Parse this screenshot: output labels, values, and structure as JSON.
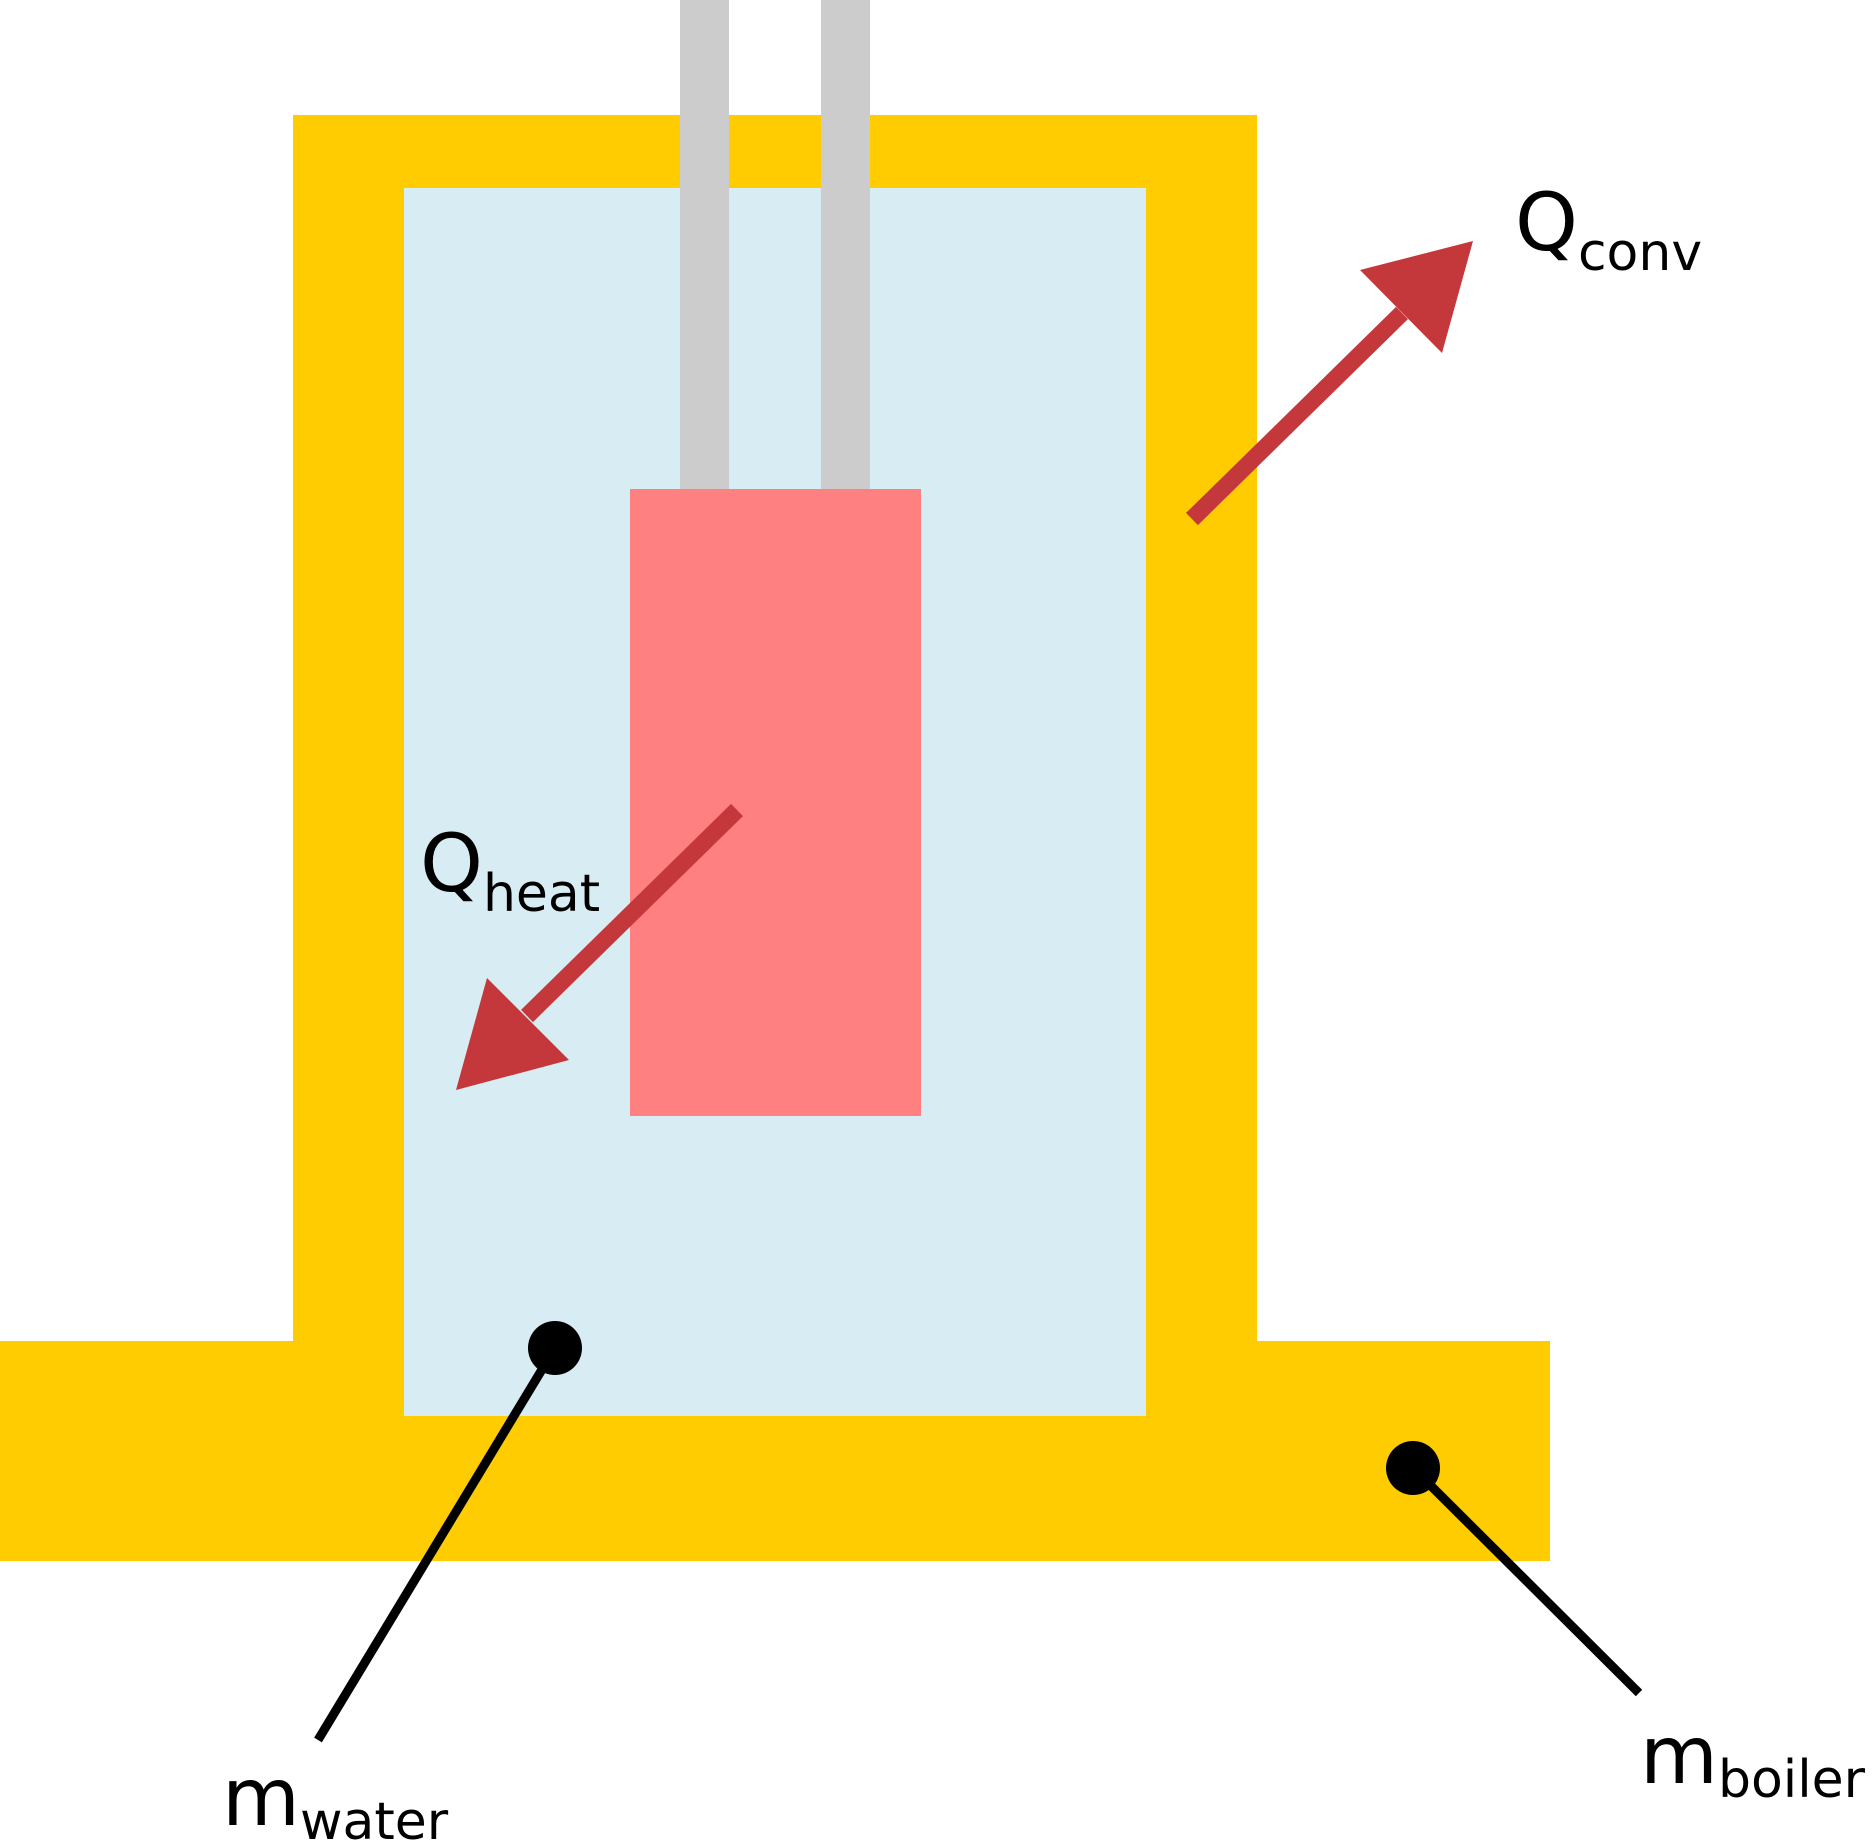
{
  "colors": {
    "boiler": "#FECC00",
    "water": "#D7ECF3",
    "heater": "#FF8080",
    "terminals": "#CCCCCC",
    "heat_arrow": "#C4373A",
    "pointer": "#000000",
    "background": "#FFFFFF"
  },
  "labels": {
    "q_conv": {
      "main": "Q",
      "sub": "conv"
    },
    "q_heat": {
      "main": "Q",
      "sub": "heat"
    },
    "m_water": {
      "main": "m",
      "sub": "water"
    },
    "m_boiler": {
      "main": "m",
      "sub": "boiler"
    }
  }
}
